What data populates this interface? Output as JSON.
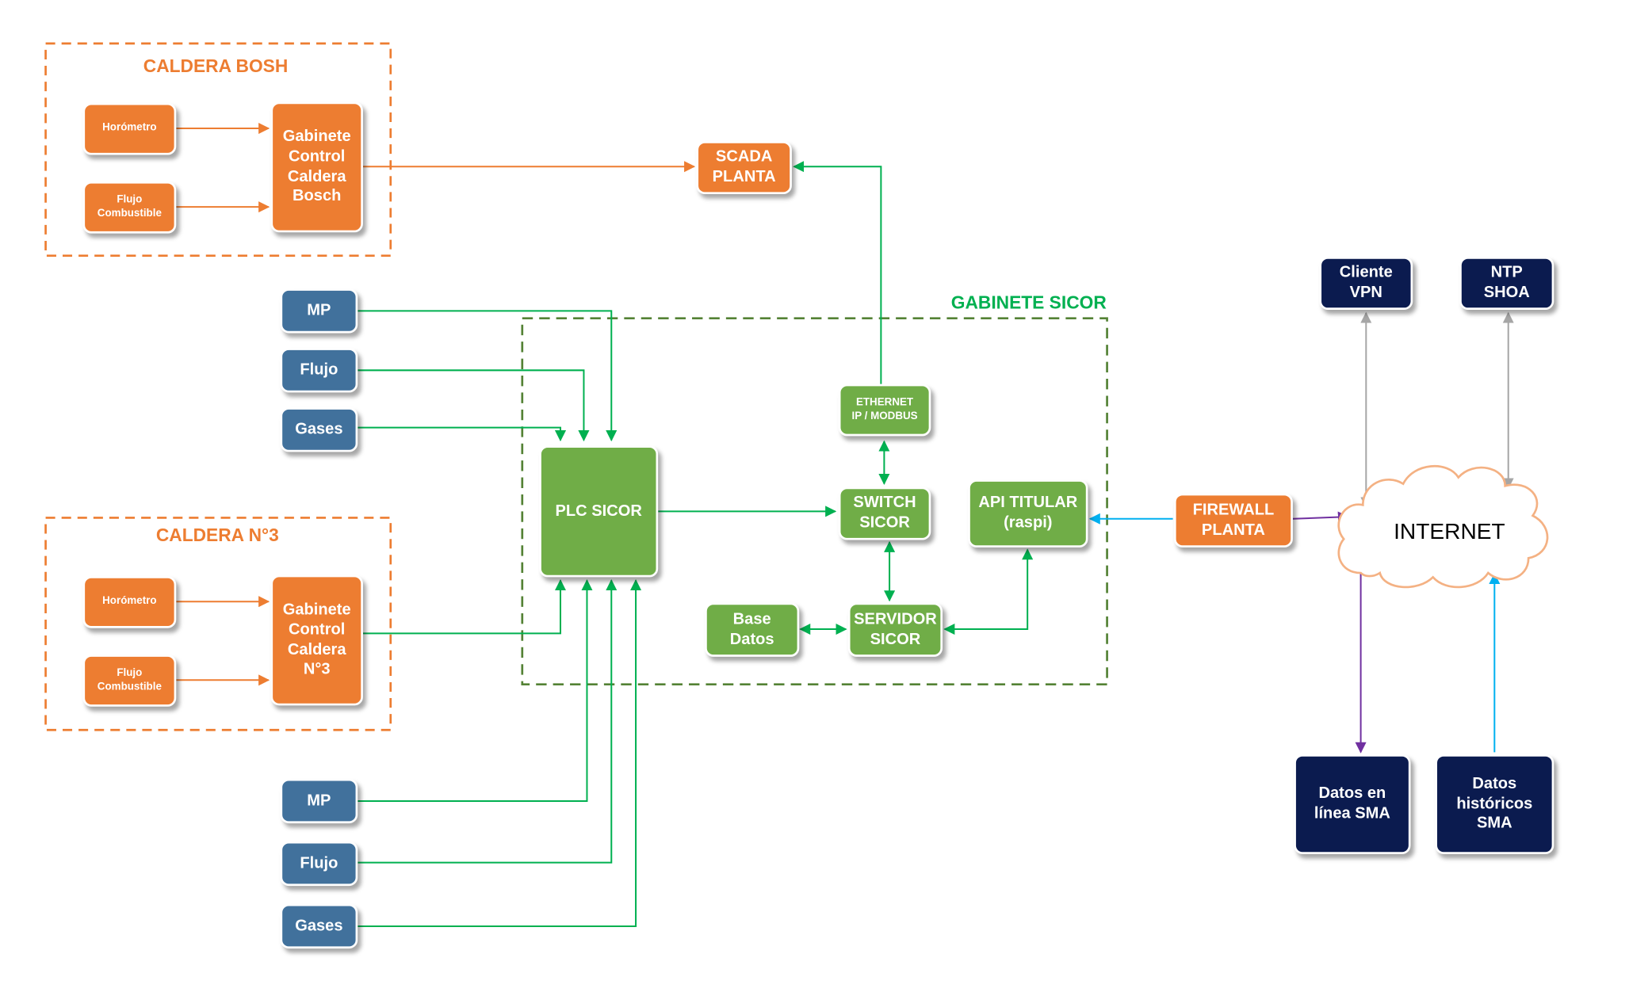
{
  "colors": {
    "orange": "#ED7D31",
    "green": "#70AD47",
    "blue": "#41719C",
    "navy": "#0B1B4F",
    "line_green": "#00B050",
    "line_gray": "#A6A6A6",
    "line_purple": "#7030A0",
    "line_cyan": "#00B0F0"
  },
  "groups": {
    "caldera_bosh": "CALDERA BOSH",
    "caldera_n3": "CALDERA N°3",
    "gabinete_sicor": "GABINETE SICOR"
  },
  "nodes": {
    "horometro_1": "Horómetro",
    "flujo_comb_1": "Flujo\nCombustible",
    "gabinete_bosch": "Gabinete\nControl\nCaldera\nBosch",
    "horometro_2": "Horómetro",
    "flujo_comb_2": "Flujo\nCombustible",
    "gabinete_n3": "Gabinete\nControl\nCaldera\nN°3",
    "scada": "SCADA\nPLANTA",
    "mp_top": "MP",
    "flujo_top": "Flujo",
    "gases_top": "Gases",
    "mp_bottom": "MP",
    "flujo_bottom": "Flujo",
    "gases_bottom": "Gases",
    "plc": "PLC SICOR",
    "ethernet": "ETHERNET\nIP / MODBUS",
    "switch": "SWITCH\nSICOR",
    "servidor": "SERVIDOR\nSICOR",
    "base_datos": "Base\nDatos",
    "api": "API TITULAR\n(raspi)",
    "firewall": "FIREWALL\nPLANTA",
    "internet": "INTERNET",
    "cliente_vpn": "Cliente\nVPN",
    "ntp": "NTP\nSHOA",
    "datos_linea": "Datos en\nlínea SMA",
    "datos_hist": "Datos\nhistóricos\nSMA"
  }
}
